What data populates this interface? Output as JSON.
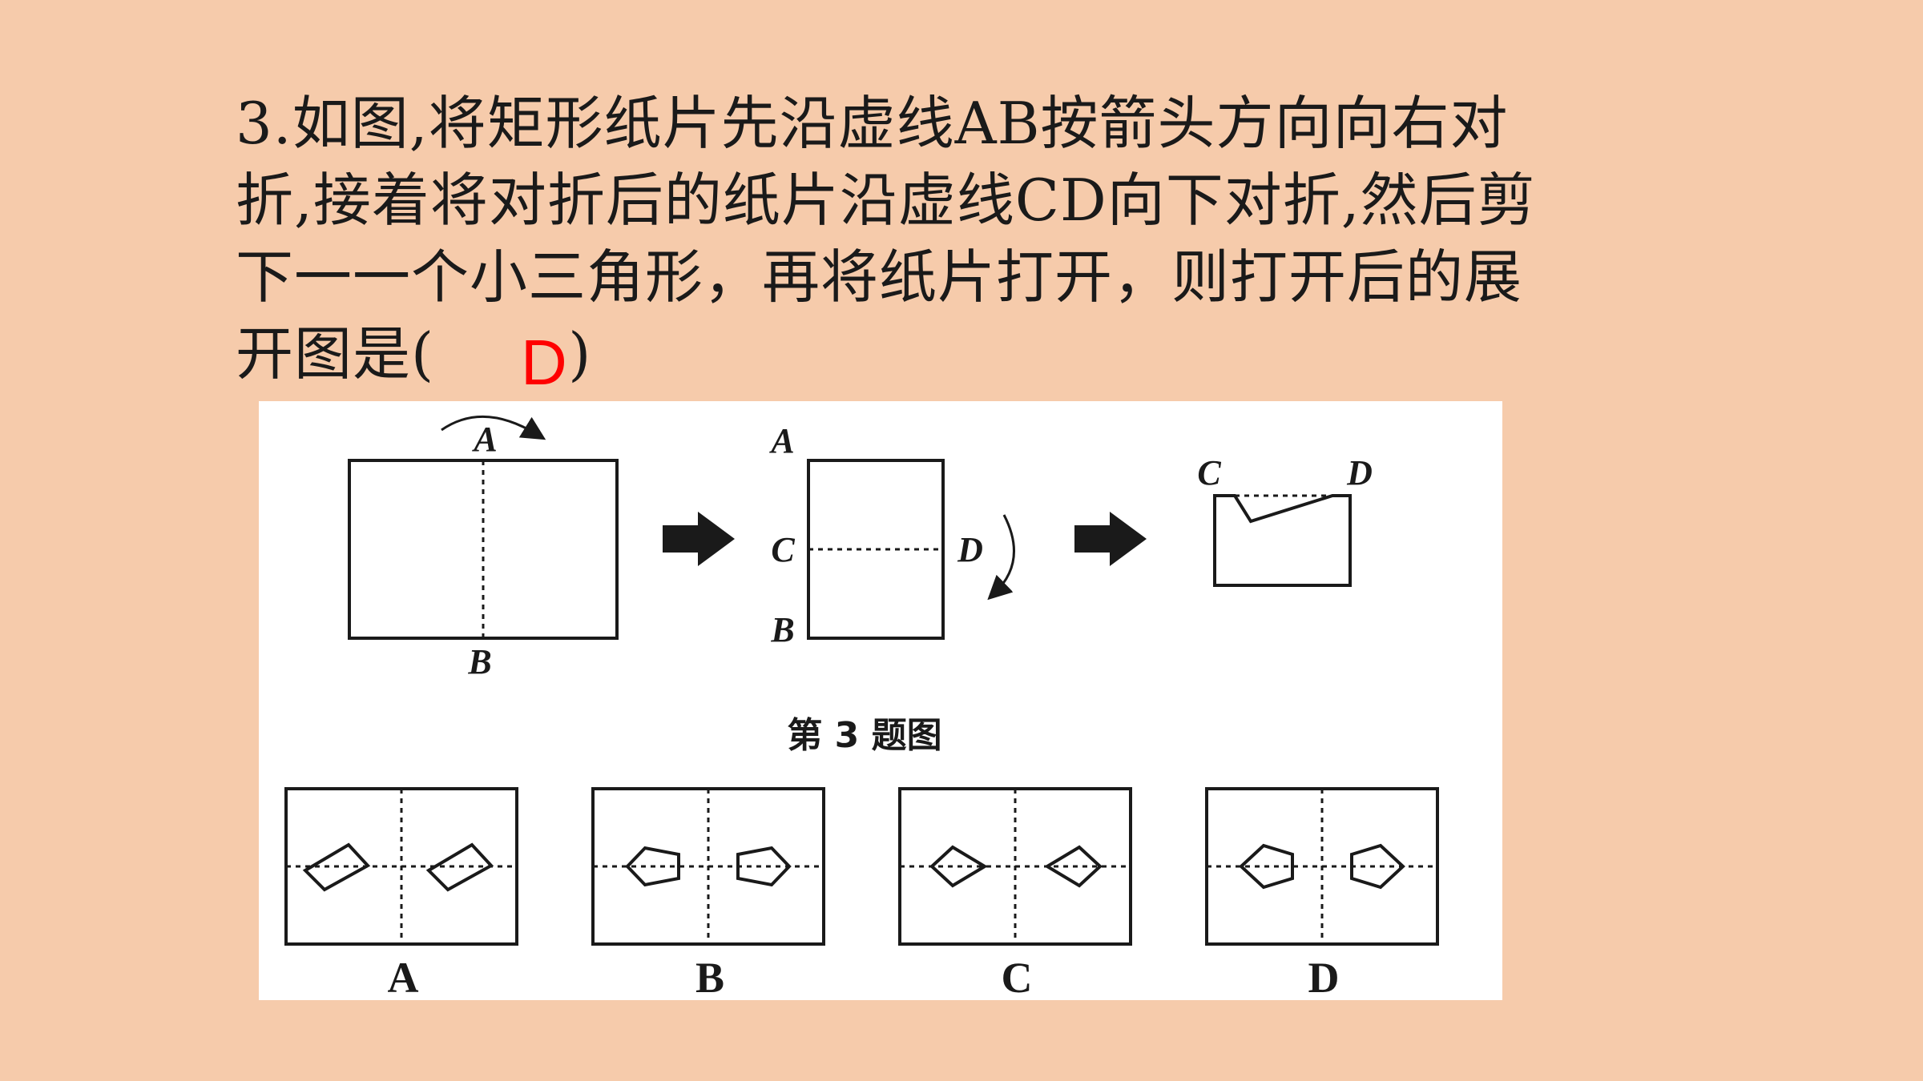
{
  "question": {
    "lines": [
      "3.如图,将矩形纸片先沿虚线AB按箭头方向向右对",
      "折,接着将对折后的纸片沿虚线CD向下对折,然后剪",
      "下一一个小三角形，再将纸片打开，则打开后的展",
      "开图是(       )"
    ],
    "answer": "D"
  },
  "figure": {
    "fold_labels": {
      "a1": "A",
      "b1": "B",
      "a2": "A",
      "c2": "C",
      "d2": "D",
      "b2": "B",
      "c3": "C",
      "d3": "D"
    },
    "caption": "第 3 题图",
    "options": [
      "A",
      "B",
      "C",
      "D"
    ]
  },
  "colors": {
    "background": "#f6cbab",
    "answer": "#ff0000",
    "ink": "#1a1a1a"
  }
}
